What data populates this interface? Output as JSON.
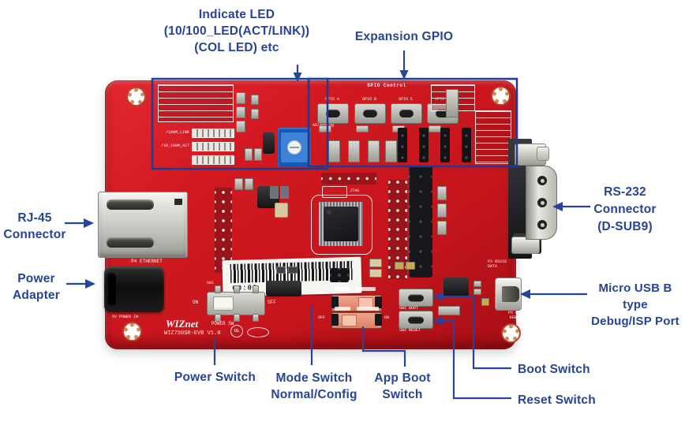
{
  "callouts": {
    "indicate_led": [
      "Indicate LED",
      "(10/100_LED(ACT/LINK))",
      "(COL LED) etc"
    ],
    "expansion_gpio": "Expansion GPIO",
    "rj45": [
      "RJ-45",
      "Connector"
    ],
    "power_adapter": [
      "Power",
      "Adapter"
    ],
    "rs232": [
      "RS-232",
      "Connector",
      "(D-SUB9)"
    ],
    "micro_usb": [
      "Micro USB B type",
      "Debug/ISP Port"
    ],
    "power_switch": "Power Switch",
    "mode_switch": [
      "Mode Switch",
      "Normal/Config"
    ],
    "app_boot": [
      "App Boot",
      "Switch"
    ],
    "boot_switch": "Boot Switch",
    "reset_switch": "Reset Switch"
  },
  "silkscreen": {
    "gpio_control": "GPIO Control",
    "gpio_buttons": [
      "GPIO A",
      "GPIO B",
      "GPIO C",
      "GPIO D"
    ],
    "led_row_labels": [
      "/100M_LINK",
      "/10_100M_ACT"
    ],
    "ad_analog": "AD/Analog",
    "jtag": "JTAG",
    "ethernet": "P4 ETHERNET",
    "power_in": "5V POWER IN",
    "sw1": "SW1",
    "on": "ON",
    "off": "OFF",
    "power_sw": "POWER SW",
    "brand": "WIZnet",
    "model": "WIZ750SR-EVB V1.0",
    "ul": "UL",
    "boot_btn": "SW2 BOOT",
    "reset_btn": "SW3 RESET",
    "rs232_port": "P3 RS232",
    "rs232_port2": "DATA",
    "usb_port": "P5 USB",
    "usb_port2": "DEBUG",
    "sticker": "00:08"
  },
  "colors": {
    "annotation_blue": "#27439a",
    "zone_box_blue": "#1e3c8f",
    "board_red": "#d21921"
  }
}
